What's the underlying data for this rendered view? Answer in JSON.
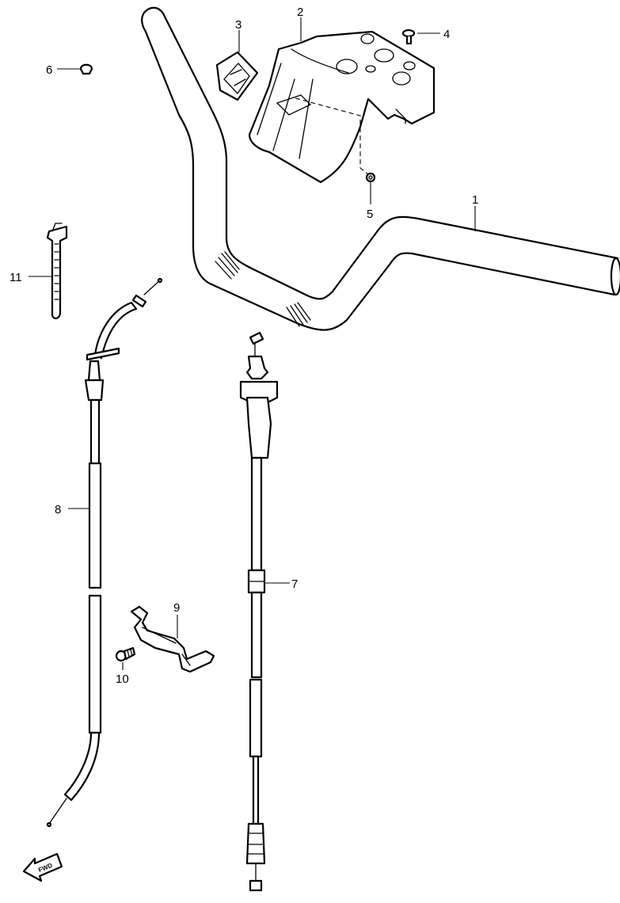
{
  "callouts": {
    "c1": "1",
    "c2": "2",
    "c3": "3",
    "c4": "4",
    "c5": "5",
    "c6": "6",
    "c7": "7",
    "c8": "8",
    "c9": "9",
    "c10": "10",
    "c11": "11"
  },
  "direction_marker": {
    "label": "FWD",
    "icon": "forward-arrow-icon"
  },
  "colors": {
    "line": "#000000",
    "background": "#ffffff"
  }
}
